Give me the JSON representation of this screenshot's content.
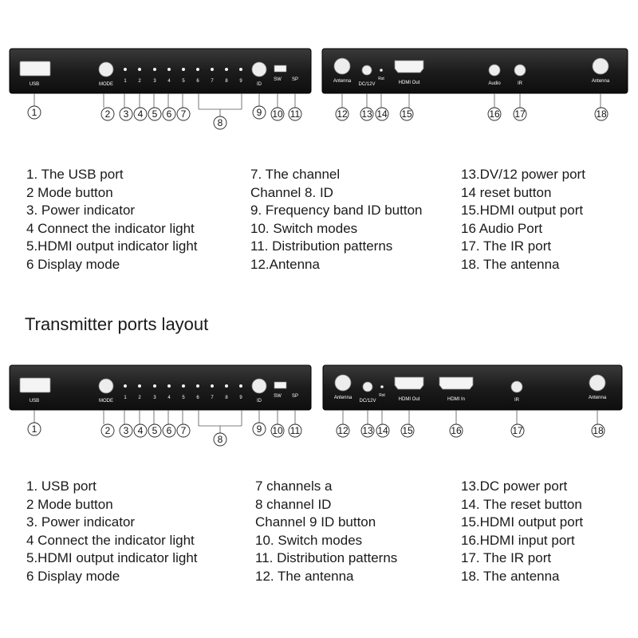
{
  "section_heading": "Transmitter ports layout",
  "panel_labels": {
    "usb": "USB",
    "mode": "MODE",
    "led_numbers": [
      "1",
      "2",
      "3",
      "4",
      "5",
      "6",
      "7",
      "8",
      "9"
    ],
    "id": "ID",
    "sw": "SW",
    "sp": "SP",
    "antenna": "Antenna",
    "dc12v": "DC/12V",
    "rst": "Rst",
    "hdmi_out": "HDMI Out",
    "hdmi_in": "HDMI In",
    "audio": "Audio",
    "ir": "IR"
  },
  "callouts": {
    "top_front": [
      "1",
      "2",
      "3",
      "4",
      "5",
      "6",
      "7",
      "8",
      "9",
      "10",
      "11"
    ],
    "top_back": [
      "12",
      "13",
      "14",
      "15",
      "16",
      "17",
      "18"
    ],
    "bottom_front": [
      "1",
      "2",
      "3",
      "4",
      "5",
      "6",
      "7",
      "8",
      "9",
      "10",
      "11"
    ],
    "bottom_back": [
      "12",
      "13",
      "14",
      "15",
      "16",
      "17",
      "18"
    ]
  },
  "legend_top": {
    "col1": [
      "1. The USB port",
      "2 Mode button",
      "3. Power indicator",
      "4 Connect the indicator light",
      "5.HDMI output indicator light",
      "6 Display mode"
    ],
    "col2": [
      "7. The channel",
      "Channel 8. ID",
      "9. Frequency band ID button",
      "10. Switch modes",
      "11. Distribution patterns",
      "12.Antenna"
    ],
    "col3": [
      "13.DV/12 power port",
      "14 reset button",
      "15.HDMI output port",
      "16 Audio Port",
      "17. The IR port",
      "18. The antenna"
    ]
  },
  "legend_bottom": {
    "col1": [
      "1. USB port",
      "2 Mode button",
      "3. Power indicator",
      "4 Connect the indicator light",
      "5.HDMI output indicator light",
      "6 Display mode"
    ],
    "col2": [
      "7 channels a",
      "8 channel ID",
      "Channel 9 ID button",
      "10. Switch modes",
      "11. Distribution patterns",
      "12. The antenna"
    ],
    "col3": [
      "13.DC power port",
      "14. The reset button",
      "15.HDMI output port",
      "16.HDMI input port",
      "17. The IR port",
      "18. The antenna"
    ]
  }
}
